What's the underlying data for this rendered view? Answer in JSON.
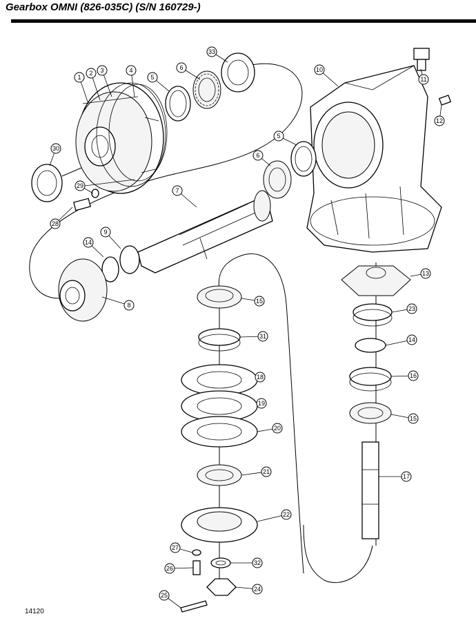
{
  "page": {
    "title": "Gearbox OMNI (826-035C) (S/N 160729-)",
    "figure_id": "14120"
  },
  "callouts": [
    "1",
    "2",
    "3",
    "4",
    "5",
    "6",
    "33",
    "10",
    "11",
    "12",
    "30",
    "29",
    "28",
    "5",
    "6",
    "7",
    "9",
    "14",
    "8",
    "13",
    "15",
    "31",
    "23",
    "14",
    "18",
    "16",
    "19",
    "15",
    "20",
    "21",
    "17",
    "22",
    "27",
    "32",
    "26",
    "24",
    "25"
  ]
}
